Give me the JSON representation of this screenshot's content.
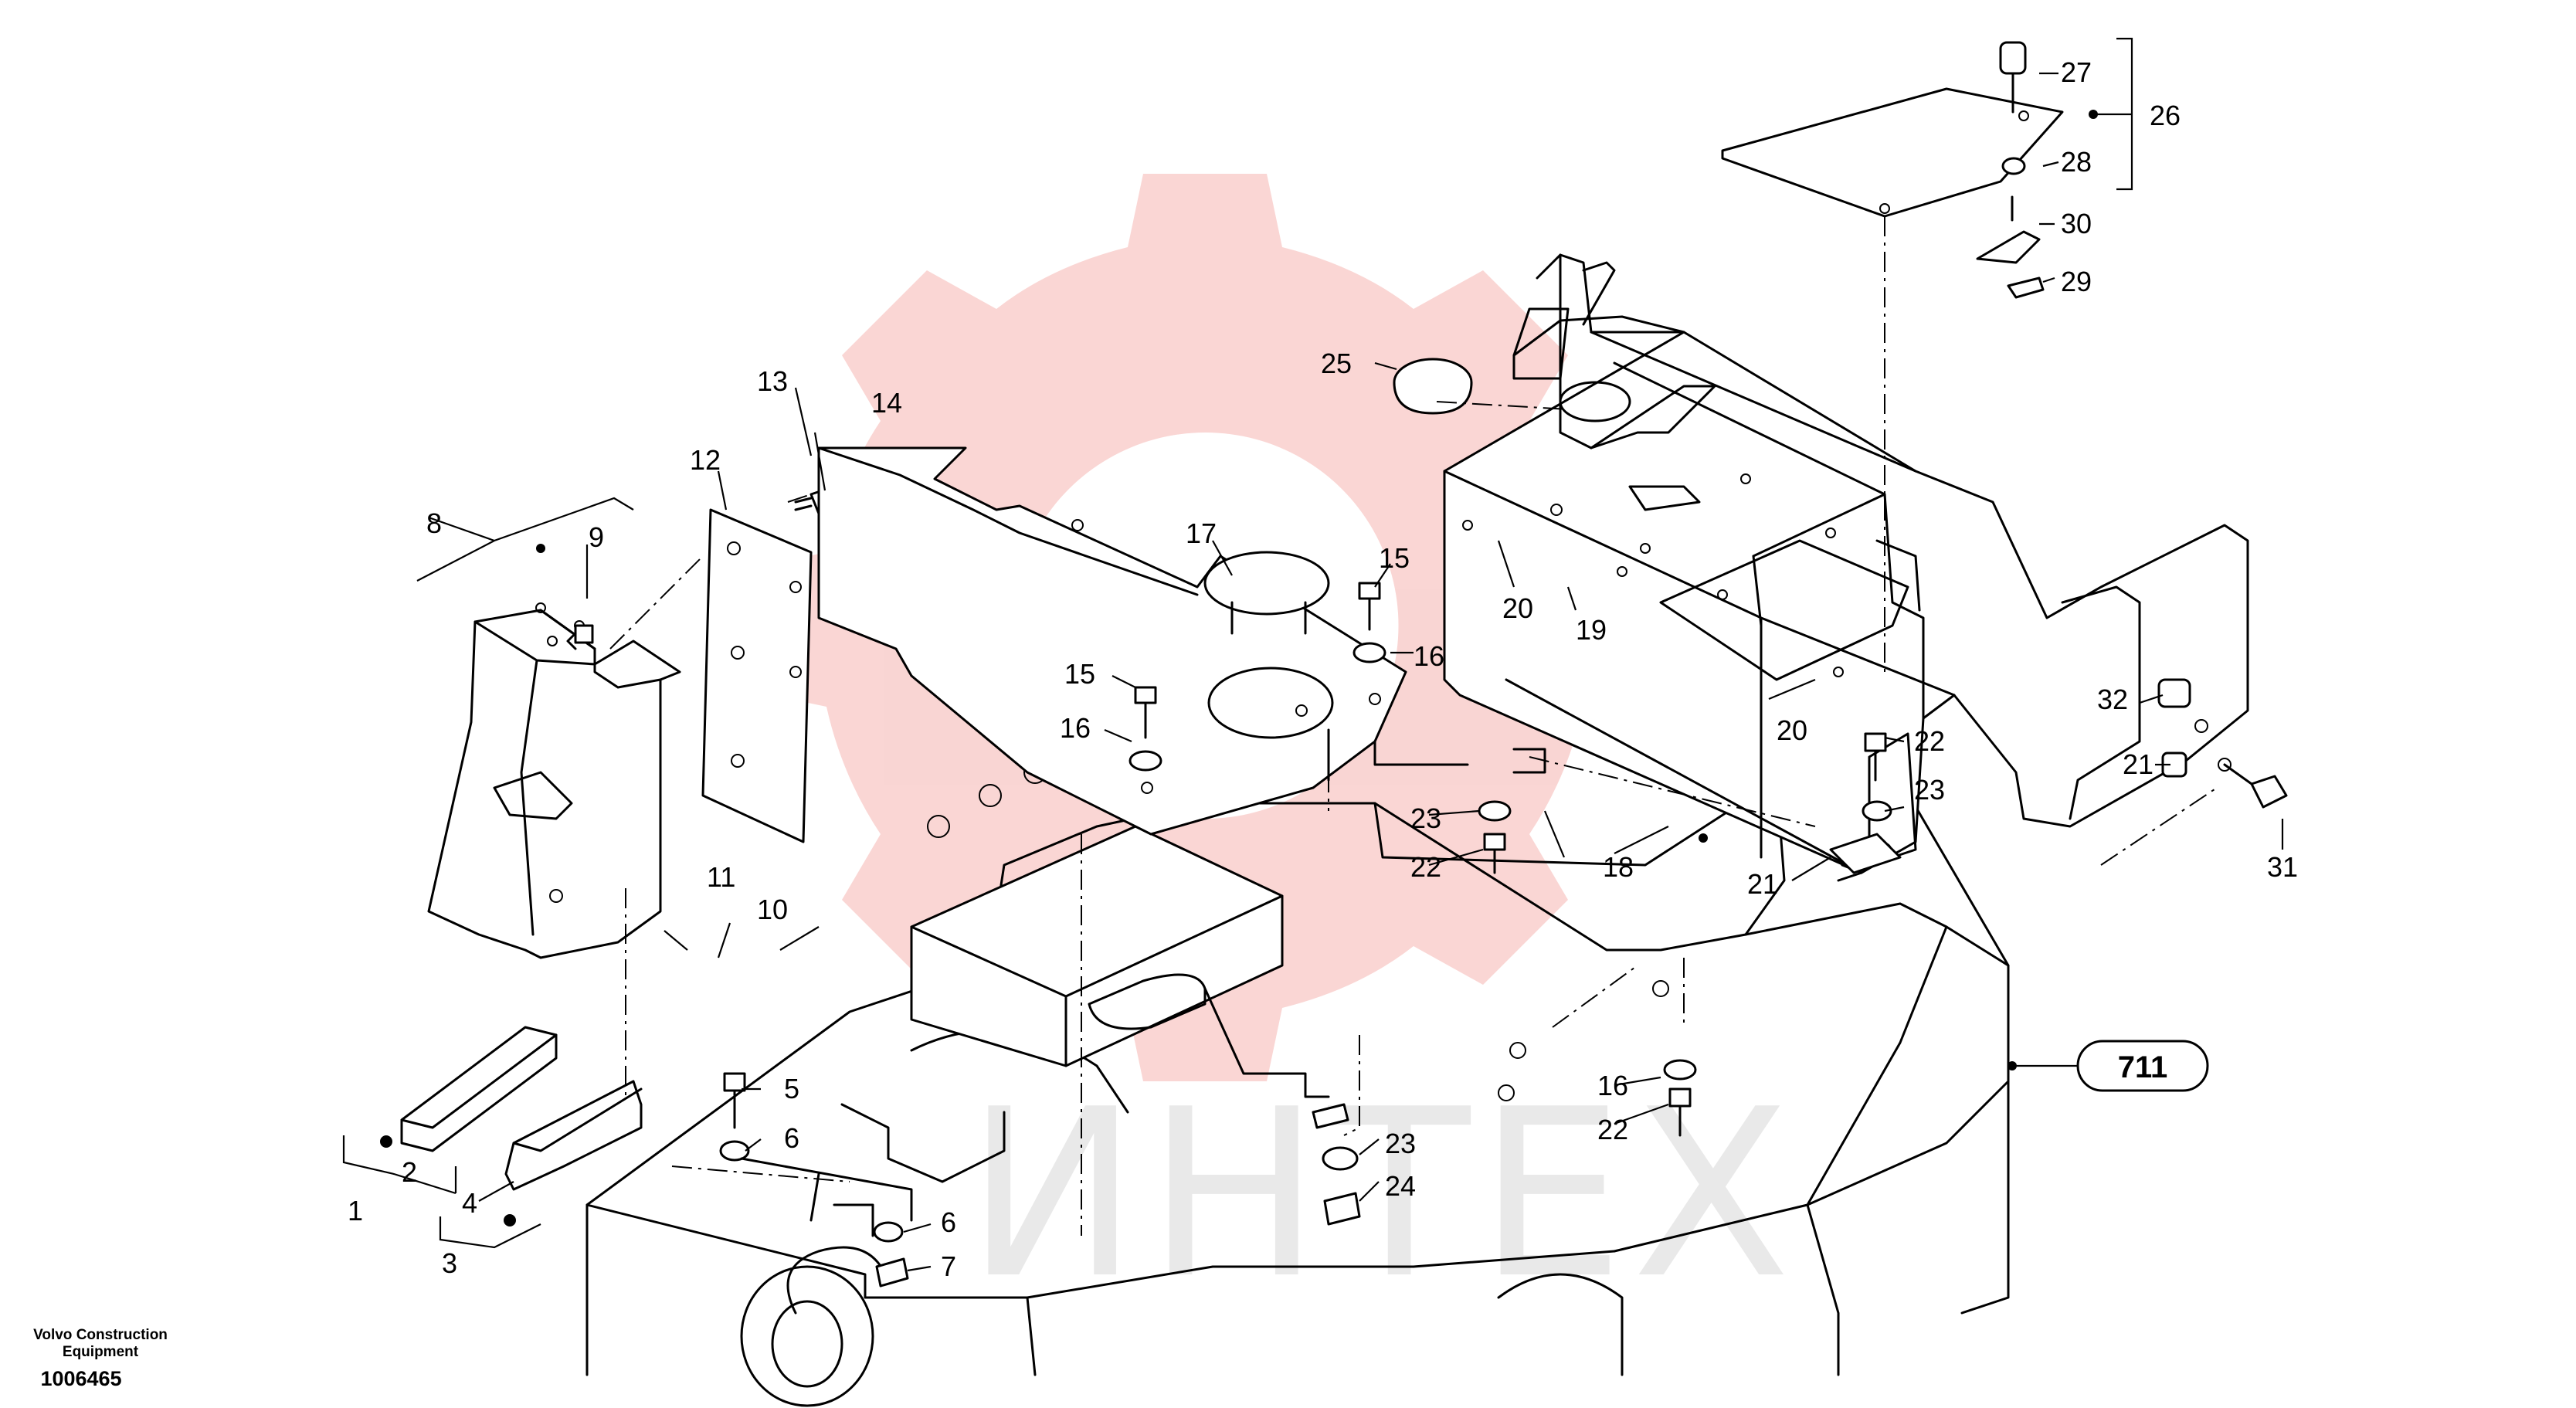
{
  "diagram": {
    "brand_color": "#e8443a",
    "callouts": [
      "1",
      "2",
      "3",
      "4",
      "5",
      "6",
      "6",
      "7",
      "8",
      "9",
      "10",
      "11",
      "12",
      "13",
      "14",
      "15",
      "15",
      "16",
      "16",
      "16",
      "17",
      "18",
      "19",
      "20",
      "20",
      "21",
      "21",
      "22",
      "22",
      "22",
      "23",
      "23",
      "23",
      "24",
      "25",
      "26",
      "27",
      "28",
      "29",
      "30",
      "31",
      "32"
    ],
    "reference_label": "711",
    "watermark_text": "ИНТЕХ"
  },
  "footer": {
    "company": "Volvo Construction Equipment",
    "drawing_number": "1006465"
  }
}
